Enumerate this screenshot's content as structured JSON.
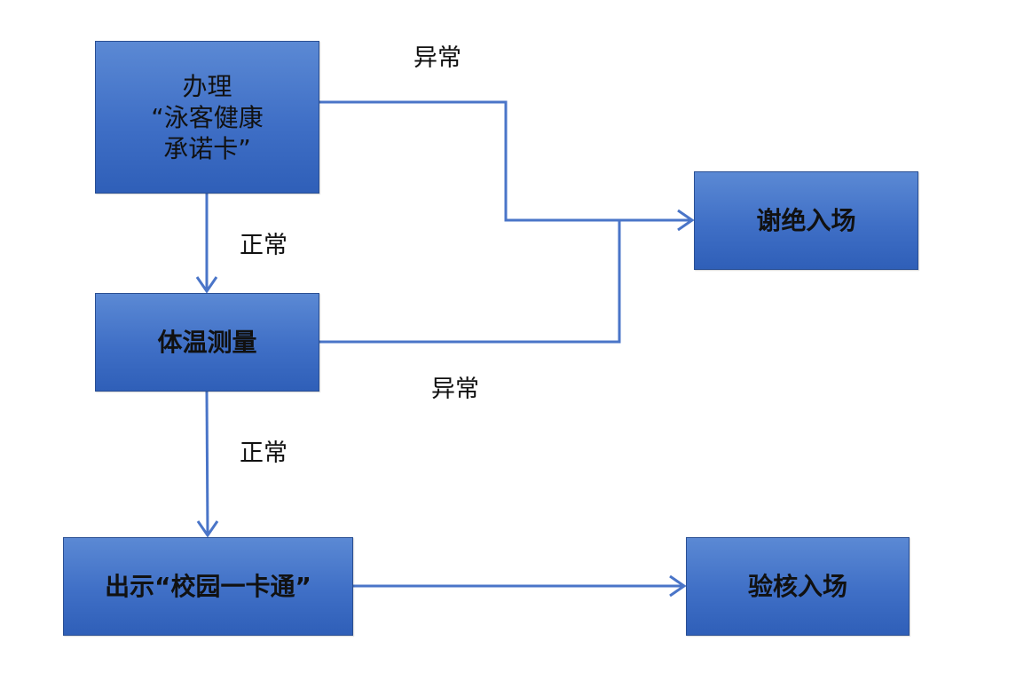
{
  "nodes": {
    "apply_card": {
      "lines": [
        "办理",
        "“泳客健康",
        "承诺卡”"
      ]
    },
    "temperature": {
      "label": "体温测量"
    },
    "show_card": {
      "label": "出示“校园一卡通”"
    },
    "refuse_entry": {
      "label": "谢绝入场"
    },
    "verify_entry": {
      "label": "验核入场"
    }
  },
  "edges": {
    "abnormal_top": "异常",
    "normal_1": "正常",
    "abnormal_mid": "异常",
    "normal_2": "正常"
  },
  "colors": {
    "box_fill": "#4472c4",
    "box_border": "#2a4f93",
    "connector": "#4472c4"
  }
}
